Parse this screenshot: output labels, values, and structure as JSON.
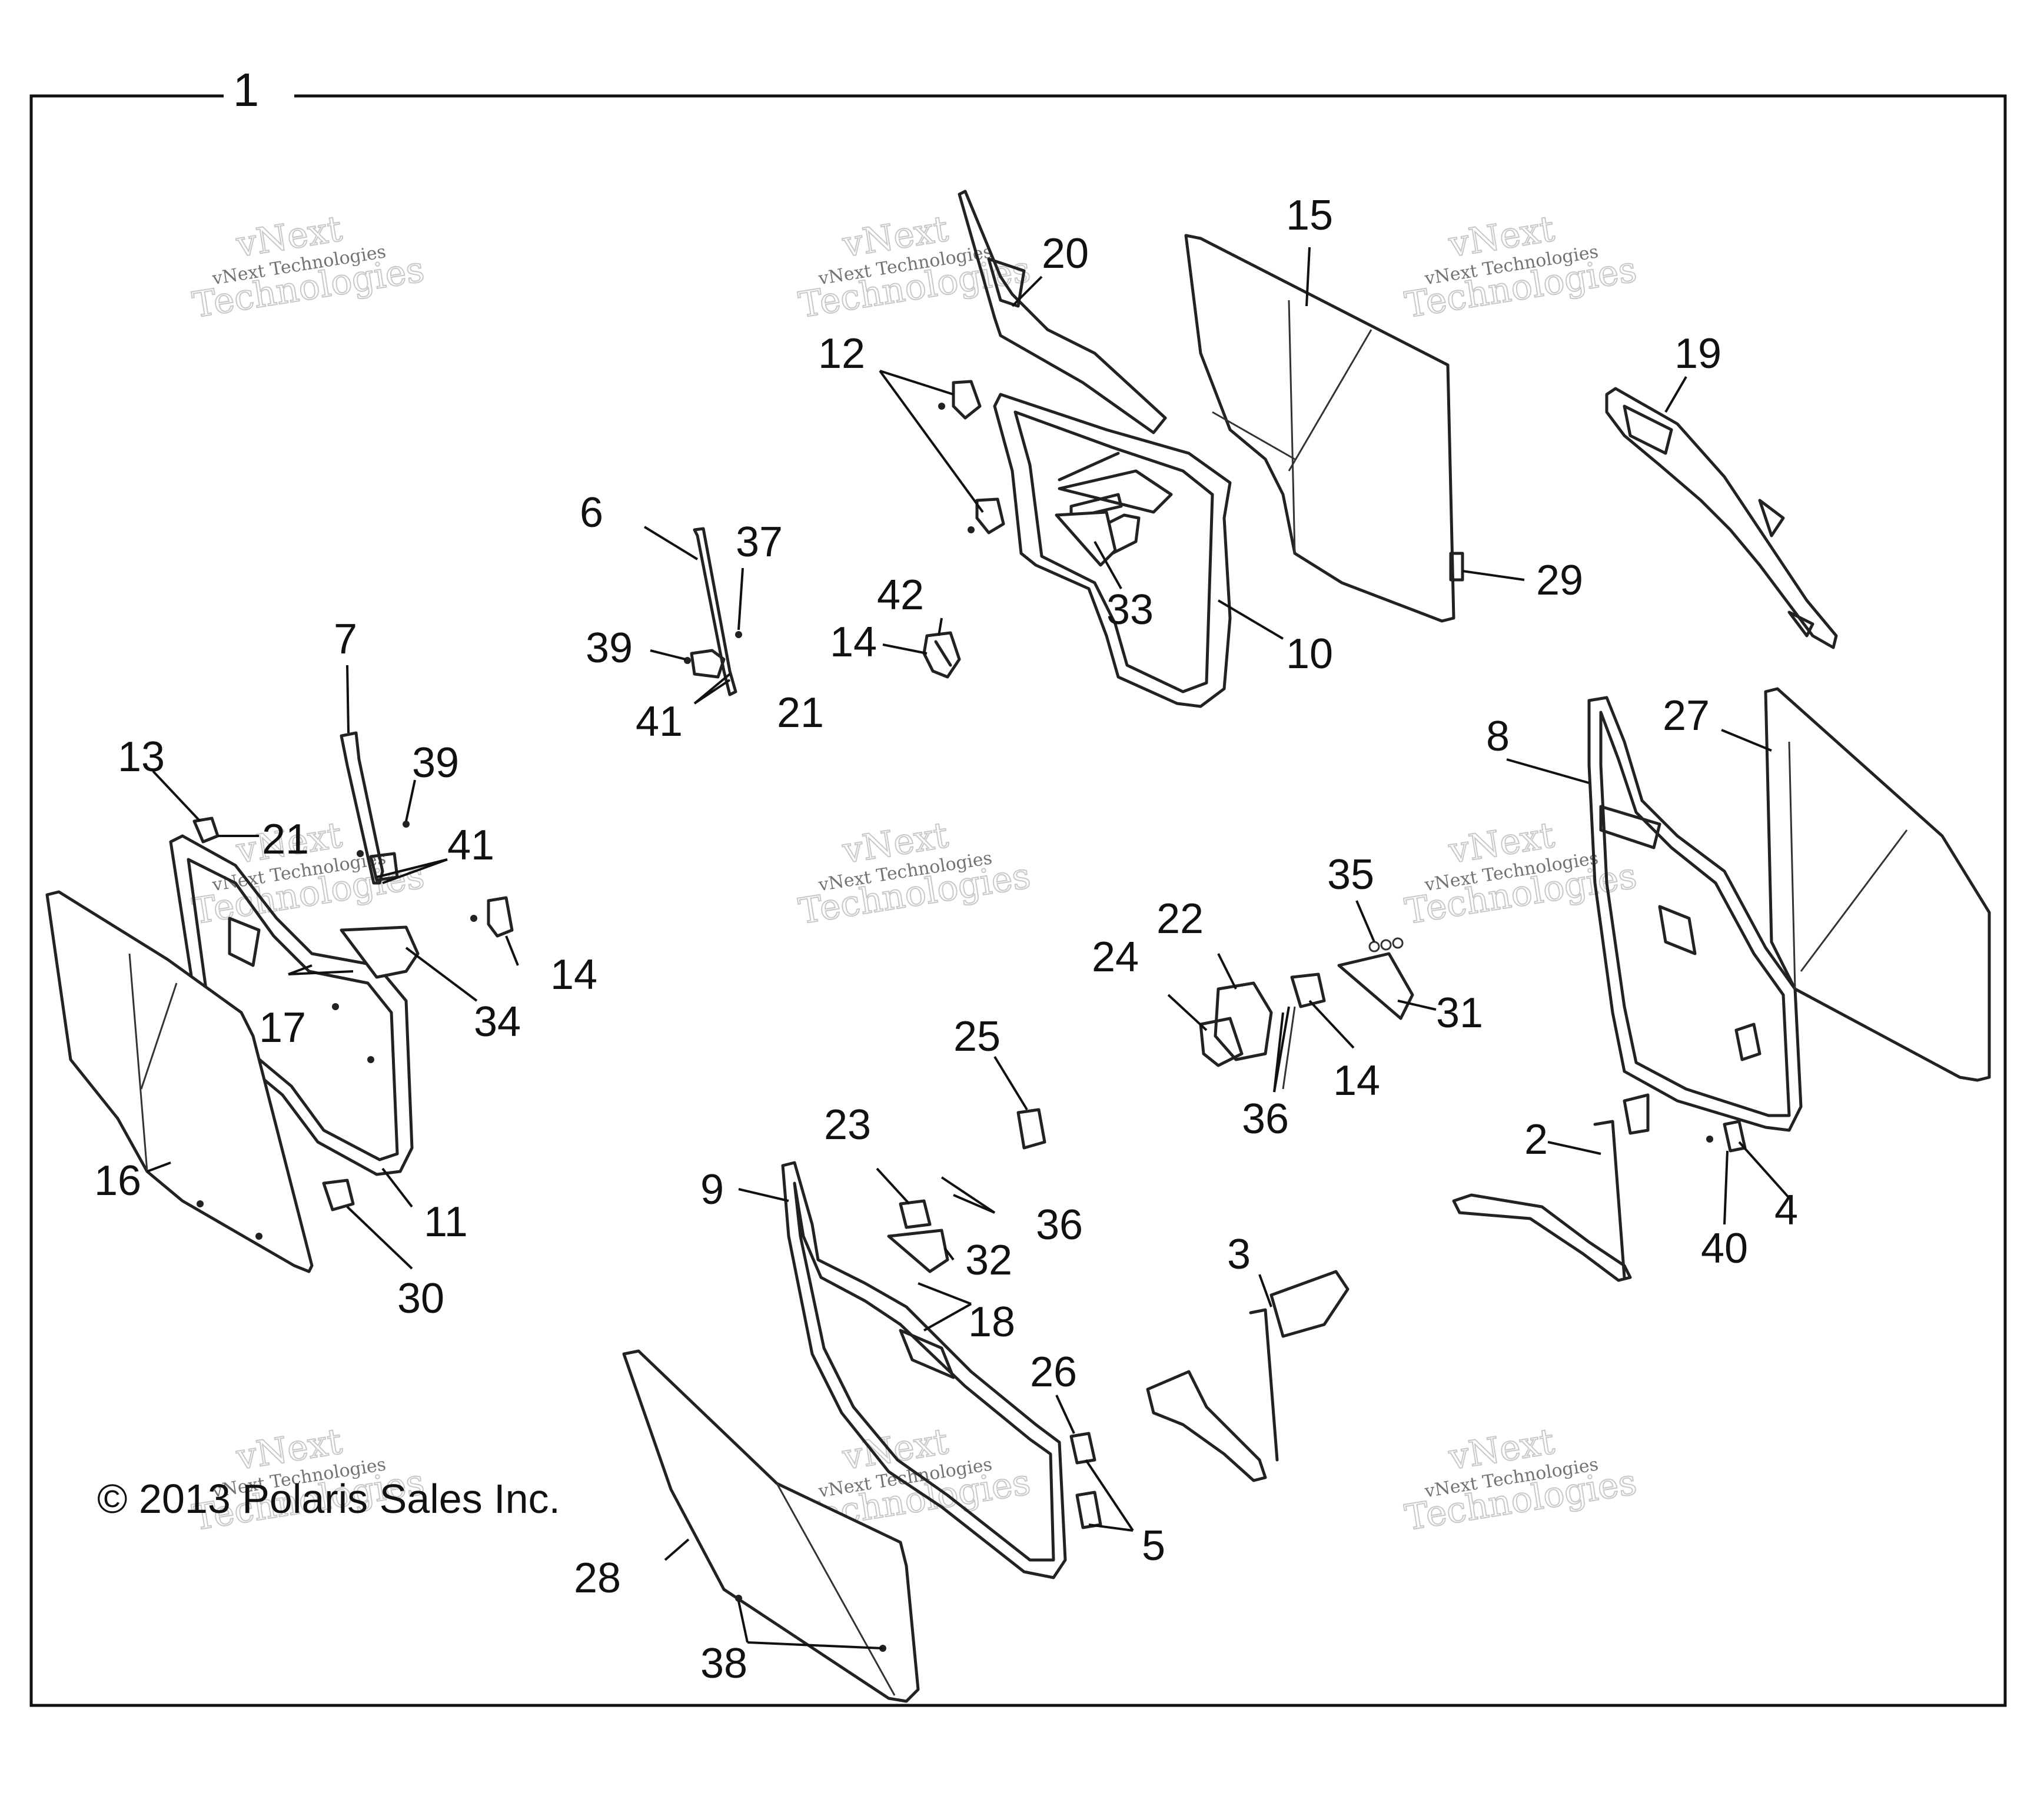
{
  "frame_label": "1",
  "copyright": "© 2013 Polaris Sales Inc.",
  "watermark": {
    "line1": "vNext Technologies",
    "line2": "Technologies",
    "top": "vNext"
  },
  "callouts": {
    "c2": "2",
    "c3": "3",
    "c4": "4",
    "c5": "5",
    "c6": "6",
    "c7": "7",
    "c8": "8",
    "c9": "9",
    "c10": "10",
    "c11": "11",
    "c12": "12",
    "c13": "13",
    "c14a": "14",
    "c14b": "14",
    "c14c": "14",
    "c15": "15",
    "c16": "16",
    "c17": "17",
    "c18": "18",
    "c19": "19",
    "c20": "20",
    "c21a": "21",
    "c21b": "21",
    "c22": "22",
    "c23": "23",
    "c24": "24",
    "c25": "25",
    "c26": "26",
    "c27": "27",
    "c28": "28",
    "c29": "29",
    "c30": "30",
    "c31": "31",
    "c32": "32",
    "c33": "33",
    "c34": "34",
    "c35": "35",
    "c36a": "36",
    "c36b": "36",
    "c37": "37",
    "c38": "38",
    "c39a": "39",
    "c39b": "39",
    "c40": "40",
    "c41a": "41",
    "c41b": "41",
    "c42": "42"
  }
}
